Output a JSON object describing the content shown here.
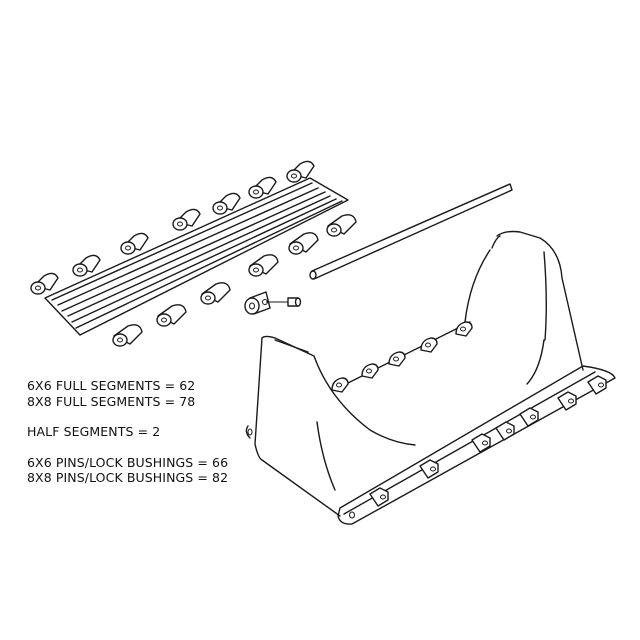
{
  "diagram": {
    "parts": [
      {
        "name": "track-segment-exploded",
        "description": "Single full track segment with hinge knuckles"
      },
      {
        "name": "hinge-pin",
        "description": "Long pin rod"
      },
      {
        "name": "lock-bushing",
        "description": "Bushing with small lock pin"
      },
      {
        "name": "track-assembly",
        "description": "Assembled track segments on curved cradle"
      }
    ]
  },
  "legend": {
    "lines": [
      {
        "label": "6X6 FULL SEGMENTS",
        "value": "62",
        "text": "6X6 FULL SEGMENTS = 62"
      },
      {
        "label": "8X8 FULL SEGMENTS",
        "value": "78",
        "text": "8X8 FULL SEGMENTS = 78"
      },
      {
        "label": "HALF SEGMENTS",
        "value": "2",
        "text": "HALF SEGMENTS = 2"
      },
      {
        "label": "6X6 PINS/LOCK BUSHINGS",
        "value": "66",
        "text": "6X6 PINS/LOCK BUSHINGS = 66"
      },
      {
        "label": "8X8 PINS/LOCK BUSHINGS",
        "value": "82",
        "text": "8X8 PINS/LOCK BUSHINGS = 82"
      }
    ]
  },
  "colors": {
    "line": "#1a1a1a",
    "background": "#ffffff"
  }
}
